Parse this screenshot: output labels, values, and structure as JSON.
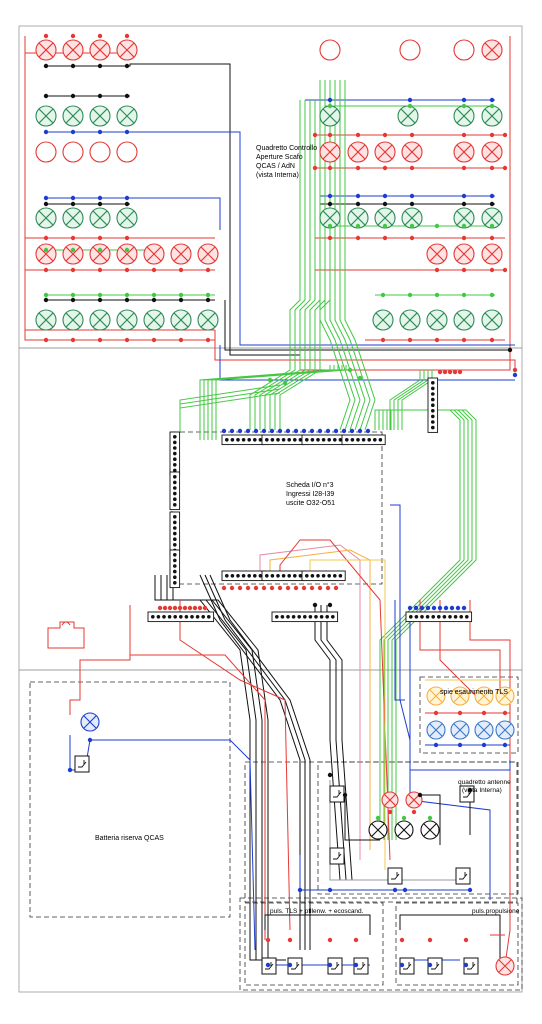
{
  "labels": {
    "quadretto": [
      "Quadretto Controllo",
      "Aperture Scafo",
      "QCAS / AdN",
      "(vista Interna)"
    ],
    "scheda": [
      "Scheda I/O n°3",
      "Ingressi I28-I39",
      "uscite O32-O51"
    ],
    "spie": "spie esaurimento TLS",
    "antenne": [
      "quadretto antenne",
      "(vista Interna)"
    ],
    "batteria": "Batteria riserva QCAS",
    "puls_tls": "puls. TLS + pfllenw. + ecoscand.",
    "puls_prop": "puls.propulsione"
  },
  "colors": {
    "red": "#e53935",
    "green": "#43c843",
    "dark_green": "#2e8b57",
    "blue": "#1e3ccf",
    "black": "#111111",
    "gray": "#9a9a9a",
    "orange": "#f5b041",
    "yellow": "#f2c94c",
    "lamp_blue": "#3a78c9",
    "pink": "#e88aa0"
  },
  "icons": {
    "lamp": "lamp-icon",
    "switch": "switch-icon",
    "connector": "connector-icon",
    "resistor": "resistor-icon"
  }
}
